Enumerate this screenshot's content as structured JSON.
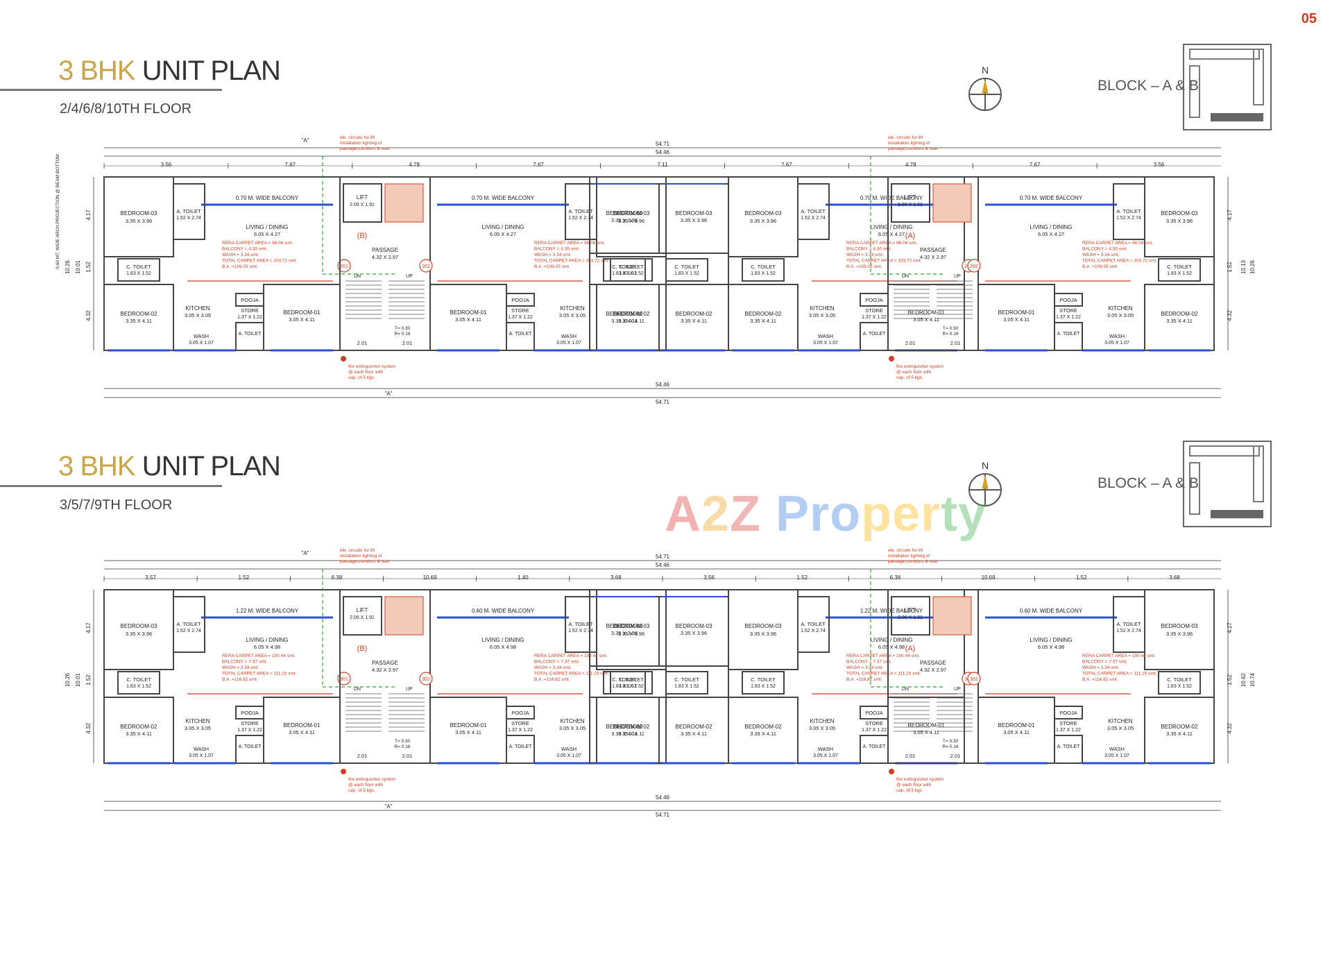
{
  "page_number": "05",
  "watermark": {
    "part1": "A",
    "part2": "2",
    "part3": "Z",
    "part4": " Pro",
    "part5": "per",
    "part6": "ty"
  },
  "sections": [
    {
      "title_highlight": "3 BHK",
      "title_rest": " UNIT PLAN",
      "floor_label": "2/4/6/8/10TH FLOOR",
      "block_label": "BLOCK – A & B",
      "compass_label": "N",
      "overall_dims": {
        "outer": "54.71",
        "inner": "54.46",
        "left_height": "10.26",
        "left_inner": "10.01",
        "right_height": "10.26",
        "right_inner": "10.13"
      },
      "top_dims": [
        "3.56",
        "7.67",
        "4.78",
        "7.67",
        "7.11",
        "7.67",
        "4.78",
        "7.67",
        "3.56"
      ],
      "side_dims": [
        "4.17",
        "1.52",
        "4.32"
      ],
      "units": [
        {
          "flat": "201",
          "balcony": "0.70 M. WIDE BALCONY"
        },
        {
          "flat": "202",
          "balcony": "0.70 M. WIDE BALCONY"
        },
        {
          "flat": "201",
          "balcony": "0.70 M. WIDE BALCONY"
        },
        {
          "flat": "202",
          "balcony": "0.70 M. WIDE BALCONY"
        }
      ],
      "core_labels": [
        "(B)",
        "(A)"
      ],
      "area_lines": [
        "RERA CARPET AREA = 96.08 smt.",
        "BALCONY = 4.30 smt.",
        "WASH = 3.34 smt.",
        "TOTAL CARPET AREA = 103.72 smt.",
        "B.A. =109.05 smt."
      ]
    },
    {
      "title_highlight": "3 BHK",
      "title_rest": " UNIT PLAN",
      "floor_label": "3/5/7/9TH FLOOR",
      "block_label": "BLOCK – A & B",
      "compass_label": "N",
      "overall_dims": {
        "outer": "54.71",
        "inner": "54.46",
        "left_height": "10.26",
        "left_inner": "10.01",
        "right_height": "10.74",
        "right_inner": "10.62"
      },
      "top_dims": [
        "3.57",
        "1.52",
        "6.38",
        "10.69",
        "1.40",
        "3.68",
        "3.56",
        "1.52",
        "6.38",
        "10.69",
        "1.52",
        "3.68"
      ],
      "side_dims": [
        "4.17",
        "1.52",
        "4.32"
      ],
      "units": [
        {
          "flat": "301",
          "balcony": "1.22 M. WIDE BALCONY"
        },
        {
          "flat": "302",
          "balcony": "0.60 M. WIDE BALCONY"
        },
        {
          "flat": "301",
          "balcony": "1.22 M. WIDE BALCONY"
        },
        {
          "flat": "302",
          "balcony": "0.60 M. WIDE BALCONY"
        }
      ],
      "core_labels": [
        "(B)",
        "(A)"
      ],
      "area_lines": [
        "RERA CARPET AREA = 100.44 smt.",
        "BALCONY = 7.37 smt.",
        "WASH = 3.34 smt.",
        "TOTAL CARPET AREA = 111.15 smt.",
        "B.A. =116.82 smt."
      ]
    }
  ],
  "room_labels": {
    "bed3": "BEDROOM-03",
    "bed3_size": "3.35 X 3.96",
    "bed2": "BEDROOM-02",
    "bed2_size": "3.35 X 4.11",
    "bed1": "BEDROOM-01",
    "bed1_size": "3.05 X 4.11",
    "living": "LIVING / DINING",
    "living_size_a": "6.05 X 4.27",
    "living_size_b": "6.05 X 4.98",
    "kitchen": "KITCHEN",
    "kitchen_size": "3.05 X 3.05",
    "atoilet": "A. TOILET",
    "atoilet_size": "1.52 X 2.74",
    "ctoilet": "C. TOILET",
    "ctoilet_size": "1.83 X 1.52",
    "pooja": "POOJA",
    "store": "STORE",
    "store_size": "1.37 X 1.22",
    "wash": "WASH",
    "wash_size": "3.05 X 1.07",
    "lift": "LIFT",
    "lift_size": "2.06 X 1.91",
    "passage": "PASSAGE",
    "passage_size": "4.32 X 2.97",
    "stair_dn": "DN",
    "stair_up": "UP",
    "tread": "T= 0.30",
    "riser": "R= 0.16",
    "stair_dim": "2.01",
    "fire_note_1": "fire extinguisher system",
    "fire_note_2": "@ each floor with",
    "fire_note_3": "cap. of 5 kgs.",
    "elec_note_1": "ele. circuits for lift",
    "elec_note_2": "installation lighting of",
    "elec_note_3": "passage,corridors & stair",
    "arch_note": "0.60 MT. WIDE ARCH PROJECTION @ BEAM BOTTOM",
    "section_mark": "\"A\""
  },
  "colors": {
    "gold": "#c9a545",
    "wall": "#444444",
    "blue": "#2a4fd6",
    "red": "#d23c1e",
    "green": "#2aa52a"
  }
}
